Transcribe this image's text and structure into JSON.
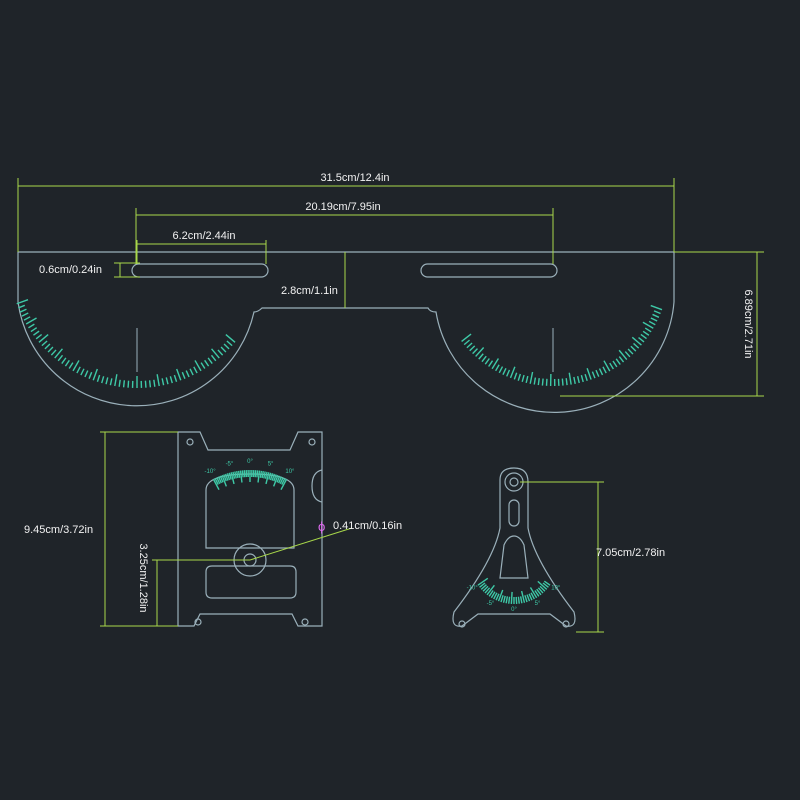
{
  "colors": {
    "background": "#1f2429",
    "outline": "#9ab0ba",
    "dimension": "#a8d84a",
    "scale": "#3ec9a7",
    "text": "#f2f2f2",
    "diameter_symbol": "#e06cf0"
  },
  "dimensions": {
    "overall_width": "31.5cm/12.4in",
    "slot_spacing": "20.19cm/7.95in",
    "slot_length": "6.2cm/2.44in",
    "slot_width": "0.6cm/0.24in",
    "bridge_height": "2.8cm/1.1in",
    "overall_height": "6.89cm/2.71in",
    "frame_height": "9.45cm/3.72in",
    "center_to_bottom": "3.25cm/1.28in",
    "hole_diameter": "0.41cm/0.16in",
    "pendulum_height": "7.05cm/2.78in",
    "diameter_symbol": "ϕ"
  },
  "pendulum_scale_labels": [
    "-10°",
    "-5°",
    "0°",
    "5°",
    "10°"
  ],
  "frame_scale_labels": [
    "-10°",
    "-5°",
    "0°",
    "5°",
    "10°"
  ]
}
